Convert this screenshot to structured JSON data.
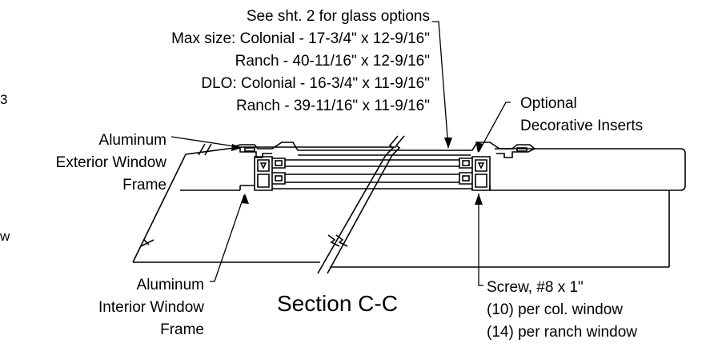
{
  "title": "Section C-C",
  "glass_note": {
    "line1": "See sht. 2 for glass options",
    "line2": "Max size: Colonial - 17-3/4\" x 12-9/16\"",
    "line3": "Ranch - 40-11/16\" x 12-9/16\"",
    "line4": "DLO: Colonial - 16-3/4\" x 11-9/16\"",
    "line5": "Ranch - 39-11/16\" x 11-9/16\""
  },
  "inserts_note": {
    "line1": "Optional",
    "line2": "Decorative Inserts"
  },
  "exterior_frame_note": {
    "line1": "Aluminum",
    "line2": "Exterior Window",
    "line3": "Frame"
  },
  "interior_frame_note": {
    "line1": "Aluminum",
    "line2": "Interior Window",
    "line3": "Frame"
  },
  "screw_note": {
    "line1": "Screw, #8 x 1\"",
    "line2": "(10) per col. window",
    "line3": "(14) per ranch window"
  },
  "edge_fragments": {
    "top": "3",
    "bottom": "w"
  }
}
